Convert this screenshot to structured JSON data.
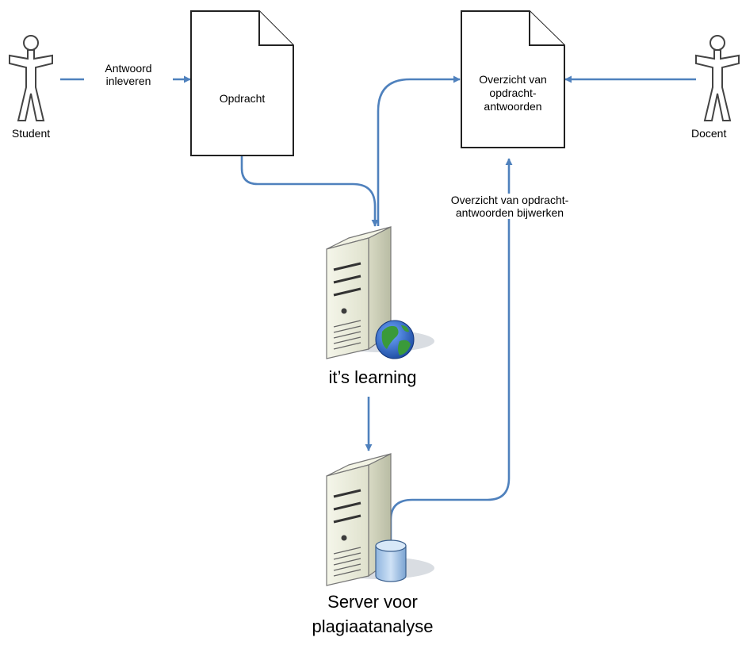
{
  "actors": {
    "student": "Student",
    "docent": "Docent"
  },
  "documents": {
    "opdracht": "Opdracht",
    "overzicht_line1": "Overzicht van",
    "overzicht_line2": "opdracht-",
    "overzicht_line3": "antwoorden"
  },
  "edges": {
    "inleveren_line1": "Antwoord",
    "inleveren_line2": "inleveren",
    "bijwerken_line1": "Overzicht van opdracht-",
    "bijwerken_line2": "antwoorden bijwerken"
  },
  "servers": {
    "lms": "it’s learning",
    "analyse_line1": "Server voor",
    "analyse_line2": "plagiaatanalyse"
  },
  "colors": {
    "arrow": "#4f81bd",
    "server_body": "#eceedd",
    "globe_ocean": "#2a5fb8",
    "globe_land": "#3a9a3a",
    "database": "#a9c9ec"
  }
}
